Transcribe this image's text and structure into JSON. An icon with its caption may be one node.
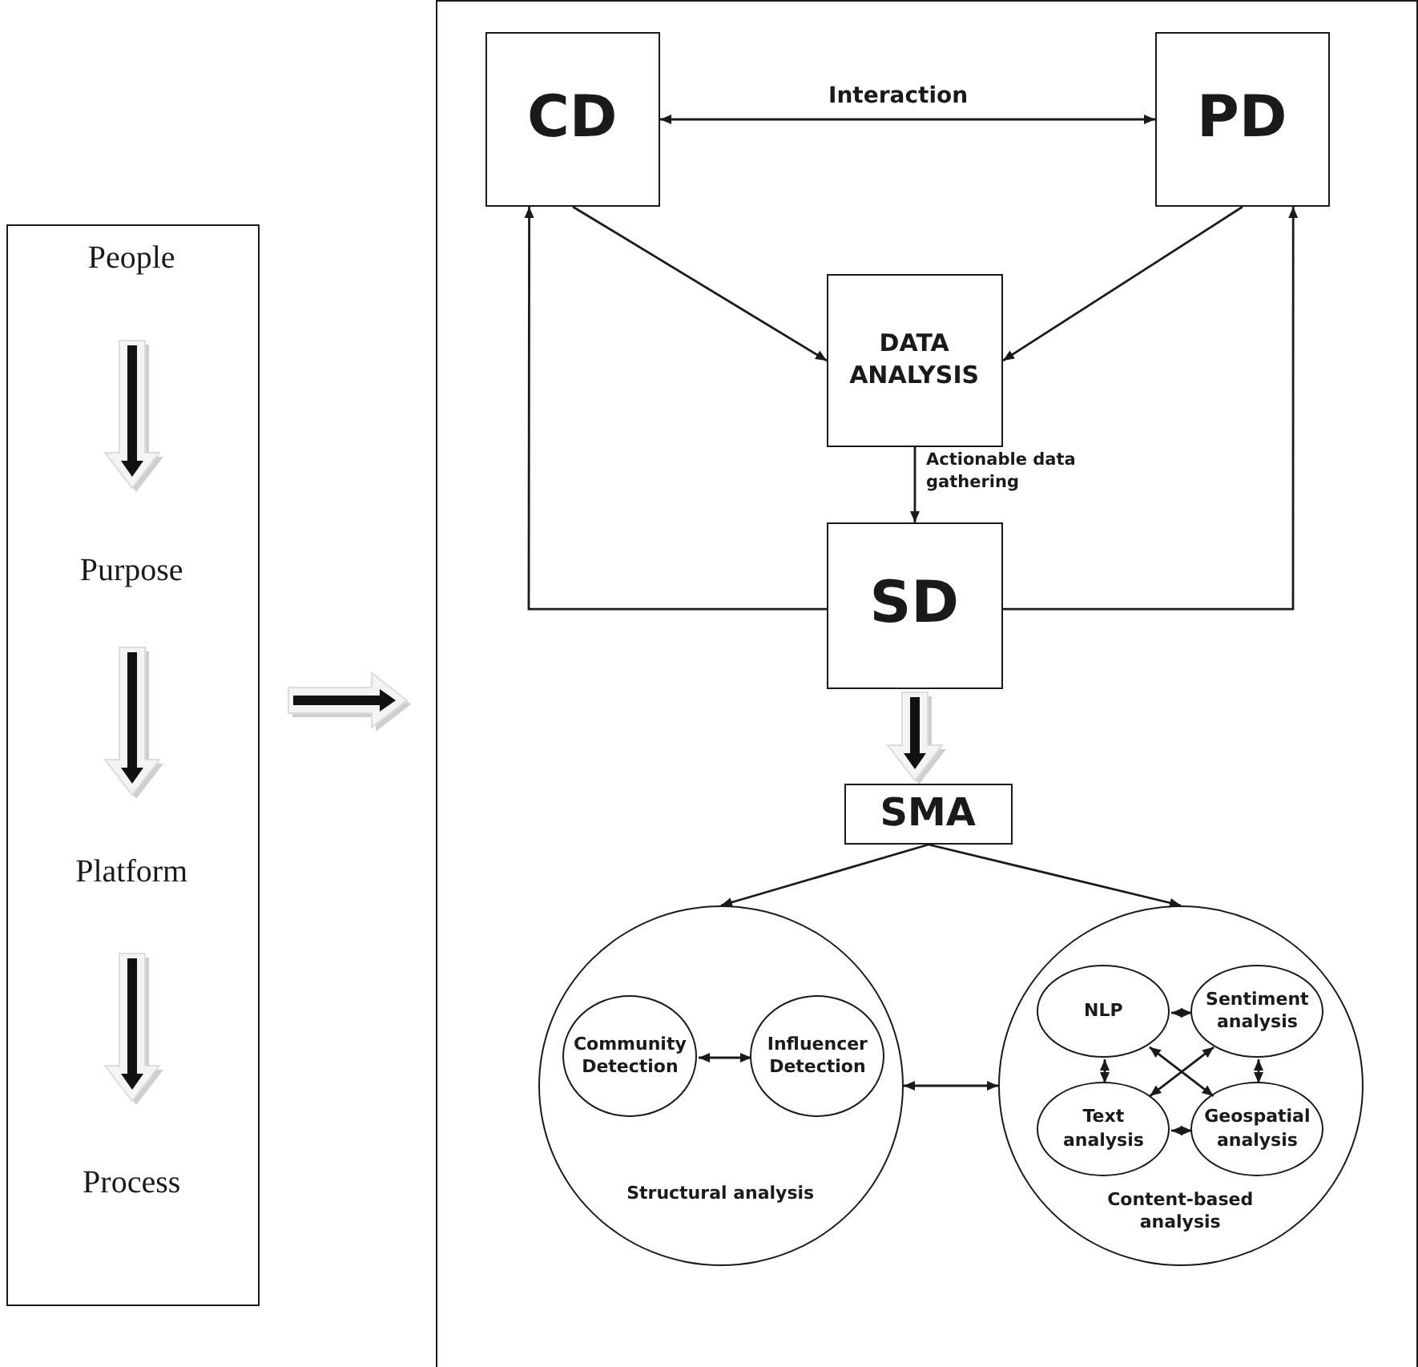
{
  "diagram": {
    "nodes": [
      {
        "text": [],
        "shape": "box"
      },
      {
        "text": [
          "People"
        ],
        "in": 0
      },
      {
        "text": [
          "Purpose"
        ],
        "in": 0
      },
      {
        "text": [
          "Platform"
        ],
        "in": 0
      },
      {
        "text": [
          "Process"
        ],
        "in": 0
      },
      {
        "text": [],
        "shape": "box"
      },
      {
        "text": [
          "CD"
        ],
        "in": 5
      },
      {
        "text": [
          "PD"
        ],
        "in": 5
      },
      {
        "text": [
          "DATA ANALYSIS"
        ],
        "in": 5
      },
      {
        "text": [
          "SD"
        ],
        "in": 5
      },
      {
        "text": [
          "SMA"
        ],
        "in": 5
      },
      {
        "text": [
          "Structural analysis"
        ],
        "in": 5
      },
      {
        "text": [
          "Community Detection"
        ],
        "in": 11
      },
      {
        "text": [
          "Influencer Detection"
        ],
        "in": 11
      },
      {
        "text": [
          "Content-based analysis"
        ],
        "in": 5
      },
      {
        "text": [
          "NLP"
        ],
        "in": 14
      },
      {
        "text": [
          "Sentiment analysis"
        ],
        "in": 14
      },
      {
        "text": [
          "Text analysis"
        ],
        "in": 14
      },
      {
        "text": [
          "Geospatial analysis"
        ],
        "in": 14
      }
    ],
    "edges": [
      {
        "from": 1,
        "to": 2,
        "arrow": "to",
        "style": "thick"
      },
      {
        "from": 2,
        "to": 3,
        "arrow": "to",
        "style": "thick"
      },
      {
        "from": 3,
        "to": 4,
        "arrow": "to",
        "style": "thick"
      },
      {
        "from": 0,
        "to": 5,
        "arrow": "to",
        "style": "thick"
      },
      {
        "from": 6,
        "to": 7,
        "arrow": "both",
        "label": "Interaction"
      },
      {
        "from": 6,
        "to": 8,
        "arrow": "to"
      },
      {
        "from": 7,
        "to": 8,
        "arrow": "to"
      },
      {
        "from": 8,
        "to": 9,
        "arrow": "to",
        "label": "Actionable data gathering"
      },
      {
        "from": 9,
        "to": 6,
        "arrow": "to"
      },
      {
        "from": 9,
        "to": 7,
        "arrow": "to"
      },
      {
        "from": 9,
        "to": 10,
        "arrow": "to",
        "style": "thick"
      },
      {
        "from": 10,
        "to": 11,
        "arrow": "to"
      },
      {
        "from": 10,
        "to": 14,
        "arrow": "to"
      },
      {
        "from": 12,
        "to": 13,
        "arrow": "both"
      },
      {
        "from": 11,
        "to": 14,
        "arrow": "both"
      },
      {
        "from": 15,
        "to": 16,
        "arrow": "both"
      },
      {
        "from": 15,
        "to": 17,
        "arrow": "both"
      },
      {
        "from": 15,
        "to": 18,
        "arrow": "both"
      },
      {
        "from": 17,
        "to": 16,
        "arrow": "both"
      },
      {
        "from": 16,
        "to": 18,
        "arrow": "both"
      },
      {
        "from": 17,
        "to": 18,
        "arrow": "both"
      }
    ]
  }
}
